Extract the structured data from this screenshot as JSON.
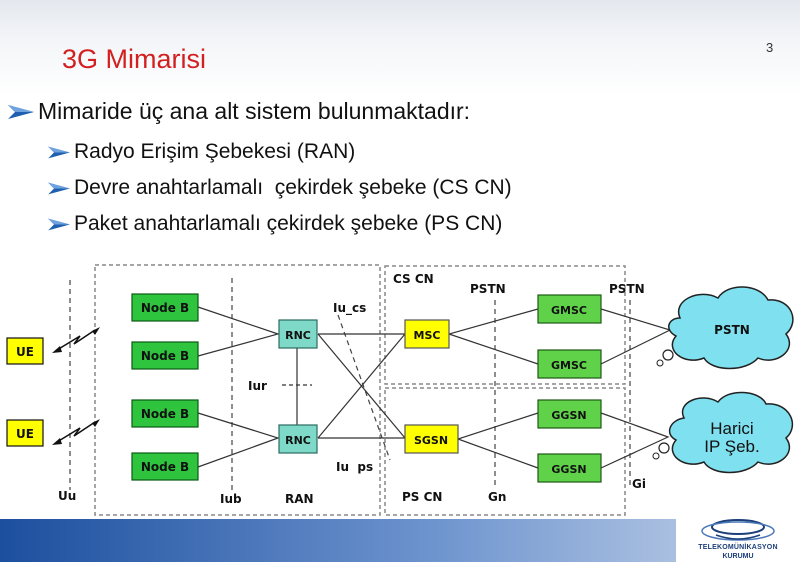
{
  "slide": {
    "title": "3G Mimarisi",
    "page_number": "3",
    "bullets": {
      "main": "Mimaride üç ana alt sistem bulunmaktadır:",
      "sub": [
        "Radyo Erişim Şebekesi (RAN)",
        "Devre anahtarlamalı  çekirdek şebeke (CS CN)",
        "Paket anahtarlamalı çekirdek şebeke (PS CN)"
      ]
    }
  },
  "diagram": {
    "nodes": {
      "ue_top": "UE",
      "ue_bottom": "UE",
      "nodeb_1": "Node B",
      "nodeb_2": "Node B",
      "nodeb_3": "Node B",
      "nodeb_4": "Node B",
      "rnc_top": "RNC",
      "rnc_bottom": "RNC",
      "msc": "MSC",
      "sgsn": "SGSN",
      "gmsc_1": "GMSC",
      "gmsc_2": "GMSC",
      "ggsn_1": "GGSN",
      "ggsn_2": "GGSN",
      "cloud_pstn": "PSTN",
      "cloud_ext_line1": "Harici",
      "cloud_ext_line2": "IP Şeb."
    },
    "labels": {
      "uu": "Uu",
      "iub": "Iub",
      "ran": "RAN",
      "iur": "Iur",
      "iu_cs": "Iu_cs",
      "iu_ps": "Iu  ps",
      "cs_cn": "CS CN",
      "pstn_left": "PSTN",
      "pstn_right": "PSTN",
      "ps_cn": "PS CN",
      "gn": "Gn",
      "gi": "Gi"
    },
    "colors": {
      "ue_fill": "#ffff00",
      "nodeb_fill": "#2ec43e",
      "rnc_fill": "#7fd9c8",
      "msc_fill": "#ffff00",
      "gsn_fill": "#5fd24a",
      "cloud_fill": "#7fe0f0"
    }
  },
  "logo": {
    "line1": "TELEKOMÜNİKASYON",
    "line2": "KURUMU"
  },
  "theme": {
    "title_color": "#d21f1f",
    "bullet_arrow_color": "#1f5fb0",
    "band_color": "#1c4f9e"
  }
}
